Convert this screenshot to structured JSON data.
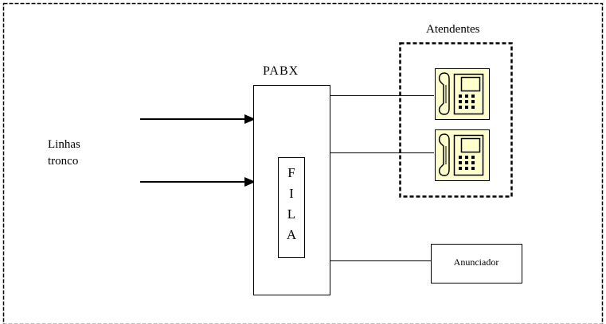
{
  "diagram": {
    "frame_label": "",
    "pabx_label": "PABX",
    "queue_letters": [
      "F",
      "I",
      "L",
      "A"
    ],
    "trunk_label_line1": "Linhas",
    "trunk_label_line2": "tronco",
    "attendants_label": "Atendentes",
    "announcer_label": "Anunciador",
    "phone_icon": "telephone-icon",
    "phone_color": "#ffffcc",
    "line_color": "#000000"
  }
}
